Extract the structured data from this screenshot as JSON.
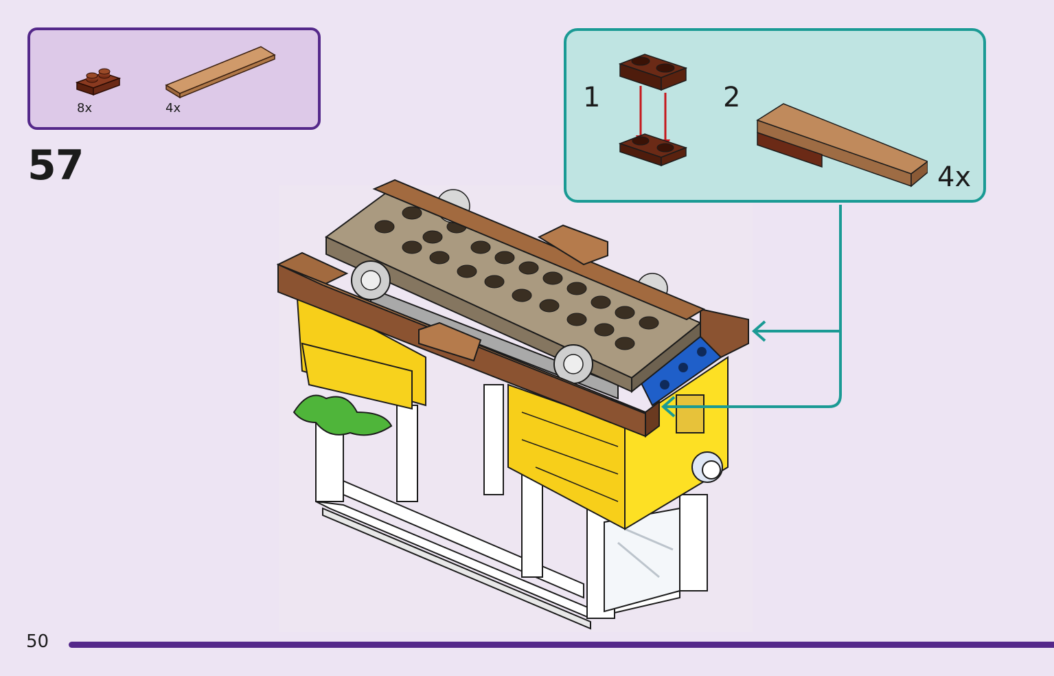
{
  "parts_list": {
    "items": [
      {
        "name": "brown-plate-1x2",
        "color": "#6b2a16",
        "quantity": "8x"
      },
      {
        "name": "tan-tile-1x6",
        "color": "#c08a5c",
        "quantity": "4x"
      }
    ]
  },
  "step": {
    "number": "57"
  },
  "callout": {
    "substeps": [
      {
        "label": "1",
        "description_icon": "stack-plates-icon"
      },
      {
        "label": "2",
        "description_icon": "add-tile-icon"
      }
    ],
    "quantity": "4x"
  },
  "page": {
    "number": "50"
  },
  "colors": {
    "parts_border": "#54288a",
    "parts_bg": "#ddc9e8",
    "callout_border": "#1a9a94",
    "callout_bg": "#bfe4e2",
    "arrow_red": "#c5171c",
    "page_bar": "#54288a"
  }
}
